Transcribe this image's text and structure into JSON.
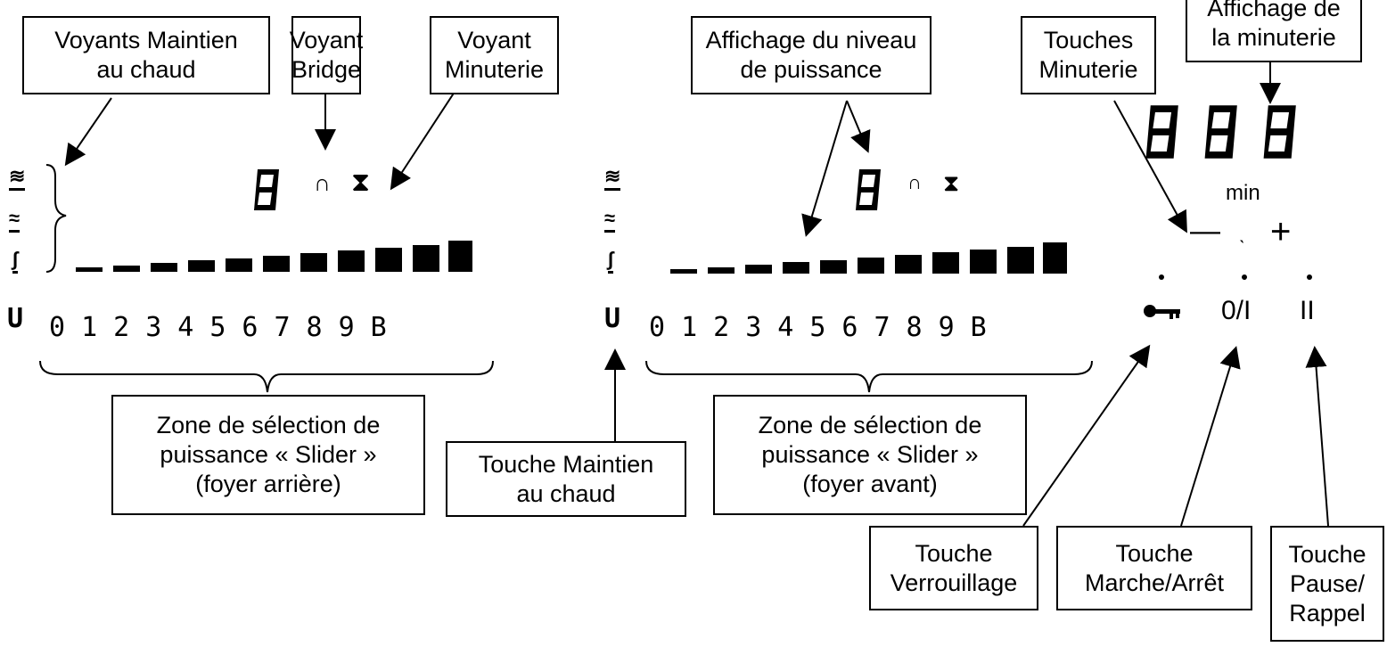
{
  "callouts": {
    "keep_warm_lights": "Voyants Maintien\nau chaud",
    "bridge_light": "Voyant\nBridge",
    "timer_light": "Voyant\nMinuterie",
    "power_level_display": "Affichage du niveau\nde puissance",
    "timer_keys": "Touches\nMinuterie",
    "timer_display": "Affichage de\nla minuterie",
    "slider_rear": "Zone de sélection de\npuissance «  Slider »\n(foyer arrière)",
    "keep_warm_key": "Touche Maintien\nau chaud",
    "slider_front": "Zone de sélection de\npuissance «  Slider »\n(foyer avant)",
    "lock_key": "Touche\nVerrouillage",
    "onoff_key": "Touche\nMarche/Arrêt",
    "pause_key": "Touche\nPause/\nRappel"
  },
  "panel": {
    "timer_unit": "min",
    "onoff_label": "0/I",
    "pause_label": "II",
    "minus": "—",
    "plus": "+",
    "keep_warm_symbol": "U",
    "levels": [
      "0",
      "1",
      "2",
      "3",
      "4",
      "5",
      "6",
      "7",
      "8",
      "9",
      "B"
    ]
  }
}
